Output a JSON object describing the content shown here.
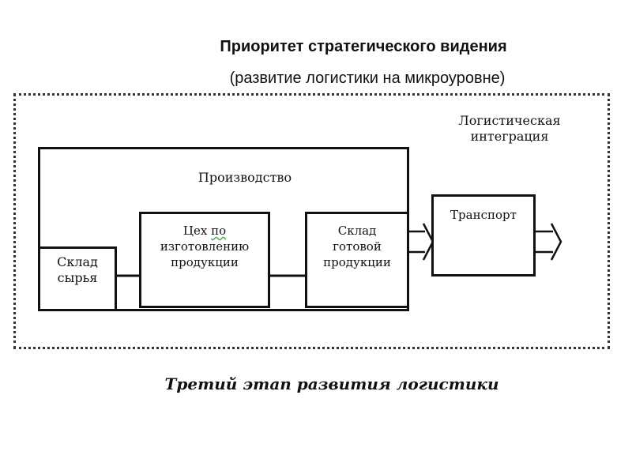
{
  "header": {
    "title": "Приоритет стратегического видения",
    "subtitle": "(развитие логистики на микроуровне)"
  },
  "diagram": {
    "integration_label_line1": "Логистическая",
    "integration_label_line2": "интеграция",
    "production_label": "Производство",
    "raw_warehouse_line1": "Склад",
    "raw_warehouse_line2": "сырья",
    "workshop_line1_a": "Цех ",
    "workshop_line1_b": "по",
    "workshop_line2": "изготовлению",
    "workshop_line3": "продукции",
    "finished_warehouse_line1": "Склад",
    "finished_warehouse_line2": "готовой",
    "finished_warehouse_line3": "продукции",
    "transport_label": "Транспорт"
  },
  "footer": {
    "caption": "Третий этап развития логистики"
  }
}
